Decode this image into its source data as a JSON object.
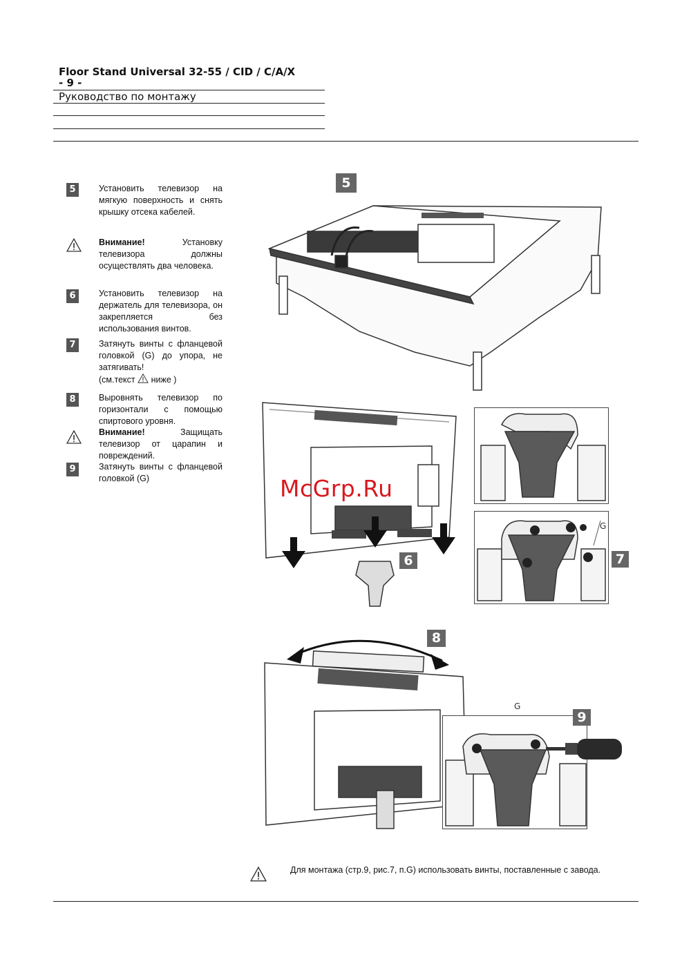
{
  "header": {
    "title": "Floor Stand Universal 32-55 / CID / C/A/X",
    "page": "- 9 -",
    "subtitle": "Руководство по монтажу"
  },
  "steps": [
    {
      "badge": "5",
      "text": "Установить телевизор на мягкую поверхность и снять крышку отсека кабелей."
    },
    {
      "warn_label": "Внимание!",
      "text": "Установку телевизора должны осуществлять два человека."
    },
    {
      "badge": "6",
      "text": "Установить телевизор на держатель для телевизора, он закрепляется без использования винтов."
    },
    {
      "badge": "7",
      "text": "Затянуть винты с фланцевой головкой (G) до упора, не затягивать!",
      "ref_pre": "(см.текст",
      "ref_post": "ниже )"
    },
    {
      "badge": "8",
      "text": "Выровнять телевизор по горизонтали с помощью спиртового уровня."
    },
    {
      "warn_label": "Внимание!",
      "text": "Защищать телевизор от царапин и повреждений."
    },
    {
      "badge": "9",
      "text": "Затянуть винты с фланцевой головкой (G)"
    }
  ],
  "figures": {
    "fig5_label": "5",
    "fig6_label": "6",
    "fig7_label": "7",
    "fig8_label": "8",
    "fig9_label": "9",
    "g_label": "G"
  },
  "watermark": "McGrp.Ru",
  "footer_note": "Для монтажа (стр.9, рис.7, п.G) использовать винты, поставленные с завода."
}
